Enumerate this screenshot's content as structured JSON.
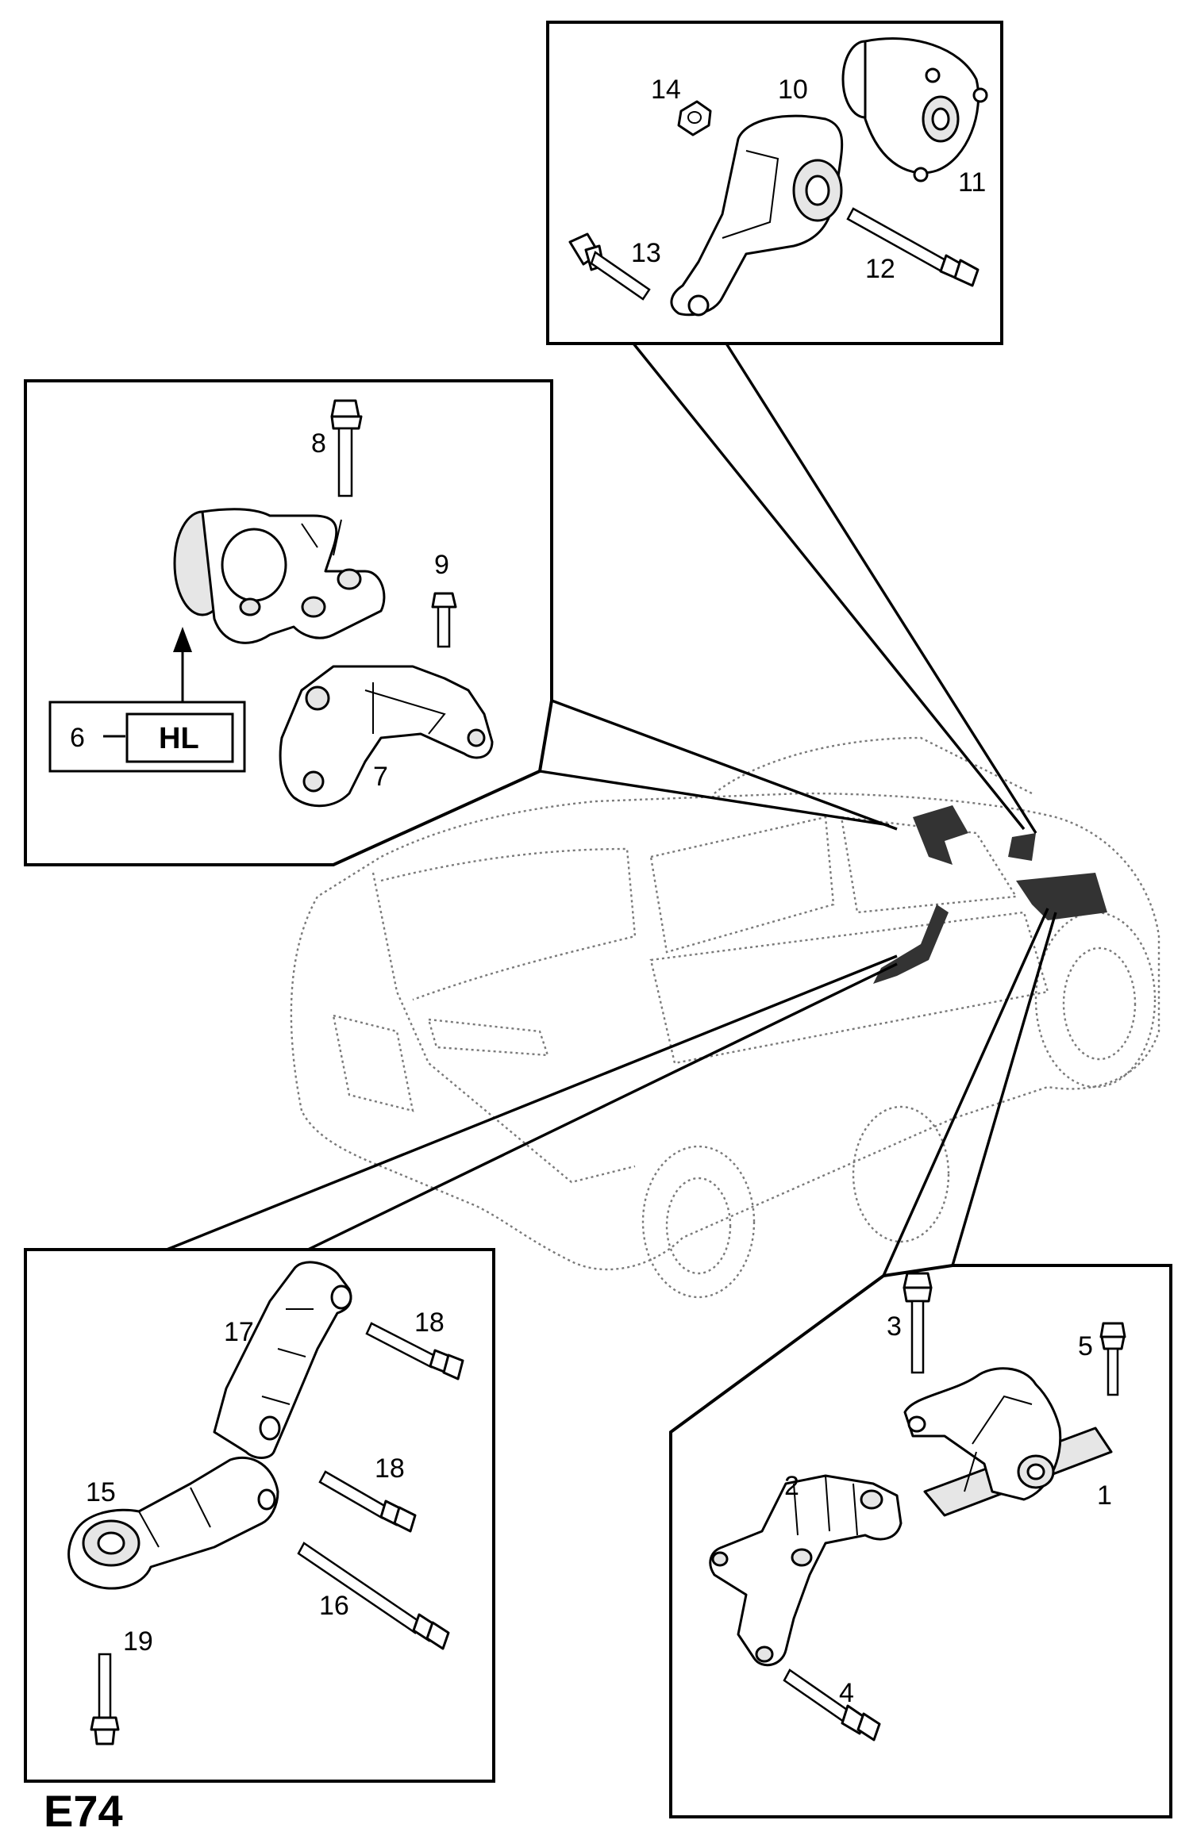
{
  "figure_code": "E74",
  "callouts": {
    "c1": "1",
    "c2": "2",
    "c3": "3",
    "c4": "4",
    "c5": "5",
    "c6": "6",
    "c7": "7",
    "c8": "8",
    "c9": "9",
    "c10": "10",
    "c11": "11",
    "c12": "12",
    "c13": "13",
    "c14": "14",
    "c15": "15",
    "c16": "16",
    "c17": "17",
    "c18a": "18",
    "c18b": "18",
    "c19": "19"
  },
  "hl_tag": "HL",
  "colors": {
    "line": "#000000",
    "vehicle": "#7a7a7a",
    "mount_area": "#333333"
  }
}
